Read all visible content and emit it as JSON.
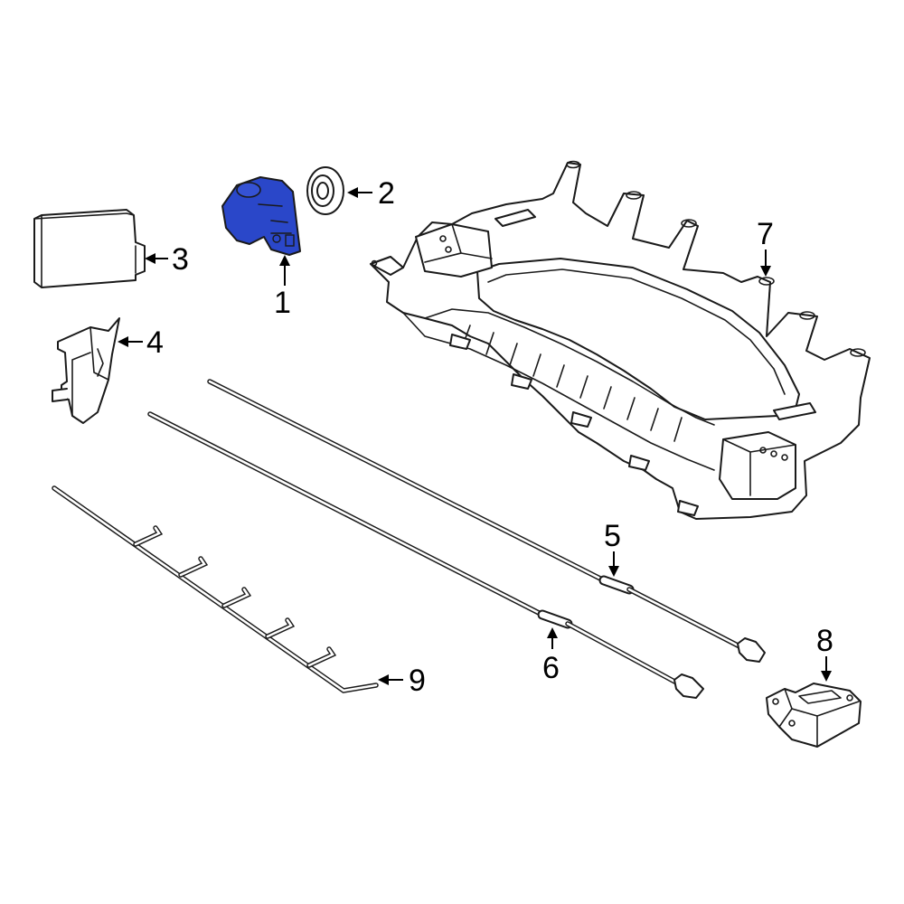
{
  "diagram": {
    "highlight_color": "#2a47c9",
    "line_color": "#1a1a1a",
    "callouts": [
      {
        "number": "1",
        "part": "parking-sensor"
      },
      {
        "number": "2",
        "part": "sensor-grommet"
      },
      {
        "number": "3",
        "part": "control-module"
      },
      {
        "number": "4",
        "part": "sensor-bracket"
      },
      {
        "number": "5",
        "part": "harness-upper"
      },
      {
        "number": "6",
        "part": "harness-lower"
      },
      {
        "number": "7",
        "part": "bumper-carrier-frame"
      },
      {
        "number": "8",
        "part": "small-module"
      },
      {
        "number": "9",
        "part": "branch-harness"
      }
    ]
  }
}
